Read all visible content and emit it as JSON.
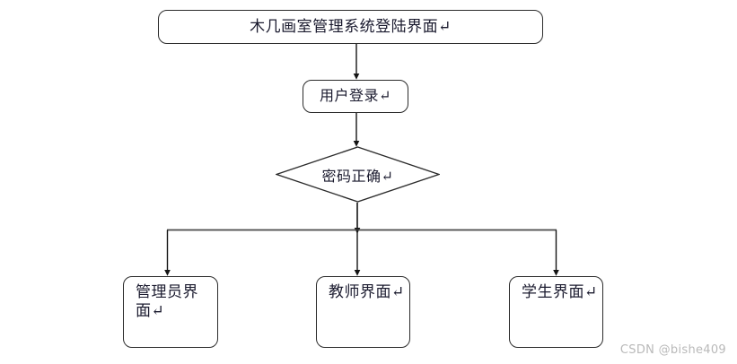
{
  "diagram": {
    "type": "flowchart",
    "title_node": {
      "id": "title",
      "shape": "rounded-rectangle",
      "text": "木几画室管理系统登陆界面↵"
    },
    "login_node": {
      "id": "login",
      "shape": "rounded-rectangle",
      "text": "用户登录↵"
    },
    "decision_node": {
      "id": "decision",
      "shape": "diamond",
      "text": "密码正确↵"
    },
    "role_nodes": [
      {
        "id": "admin",
        "shape": "rounded-rectangle",
        "text": "管理员界面↵"
      },
      {
        "id": "teacher",
        "shape": "rounded-rectangle",
        "text": "教师界面↵"
      },
      {
        "id": "student",
        "shape": "rounded-rectangle",
        "text": "学生界面↵"
      }
    ],
    "edges": [
      {
        "from": "title",
        "to": "login",
        "style": "arrow-down"
      },
      {
        "from": "login",
        "to": "decision",
        "style": "arrow-down"
      },
      {
        "from": "decision",
        "to": "bus",
        "style": "arrow-down"
      },
      {
        "from": "bus",
        "to": "admin",
        "style": "arrow-down"
      },
      {
        "from": "bus",
        "to": "teacher",
        "style": "arrow-down"
      },
      {
        "from": "bus",
        "to": "student",
        "style": "arrow-down"
      }
    ],
    "colors": {
      "stroke": "#2b2b2b",
      "text": "#1b1b2f",
      "background": "#ffffff",
      "watermark": "#b9b9b9"
    }
  },
  "watermark": {
    "text": "CSDN @bishe409"
  }
}
